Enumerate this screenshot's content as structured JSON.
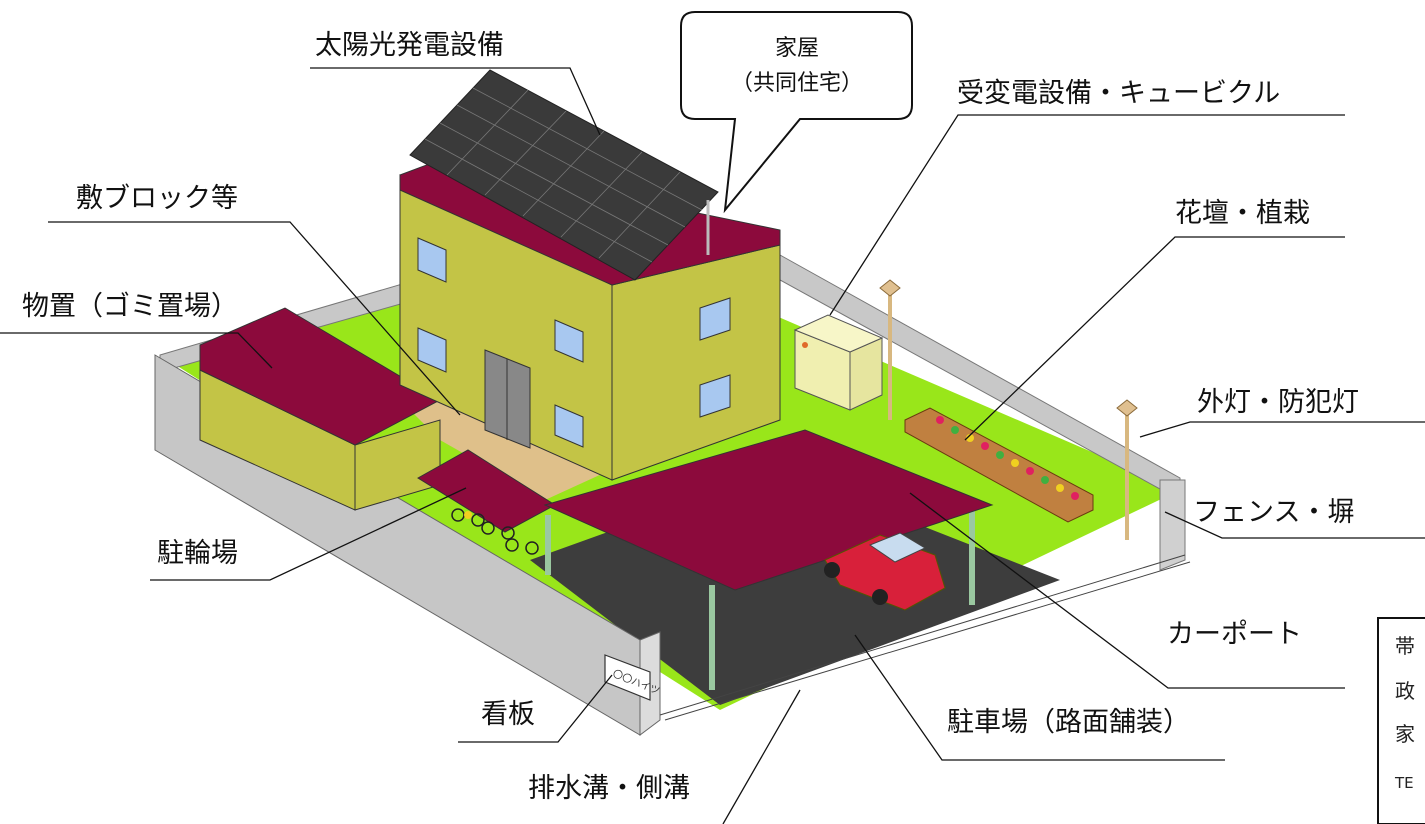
{
  "labels": {
    "solar": "太陽光発電設備",
    "house_line1": "家屋",
    "house_line2": "（共同住宅）",
    "substation": "受変電設備・キュービクル",
    "paving_block": "敷ブロック等",
    "flowerbed": "花壇・植栽",
    "storage": "物置（ゴミ置場）",
    "lights": "外灯・防犯灯",
    "fence": "フェンス・塀",
    "bike_parking": "駐輪場",
    "carport": "カーポート",
    "signboard": "看板",
    "parking": "駐車場（路面舗装）",
    "drain": "排水溝・側溝"
  },
  "signboard_text": "〇〇ハイツ",
  "info_box": {
    "lines": [
      "帯",
      "政",
      "家",
      "TE"
    ]
  },
  "colors": {
    "roof": "#8c0a3c",
    "wall": "#c3c446",
    "lawn": "#99e61a",
    "asphalt": "#3d3d3d",
    "fence": "#c8c8c8",
    "solar_panel": "#3a3a3a",
    "window": "#a8c8f0",
    "sand": "#dfc08a",
    "car": "#d8203a",
    "cubicle": "#f0efb0"
  }
}
